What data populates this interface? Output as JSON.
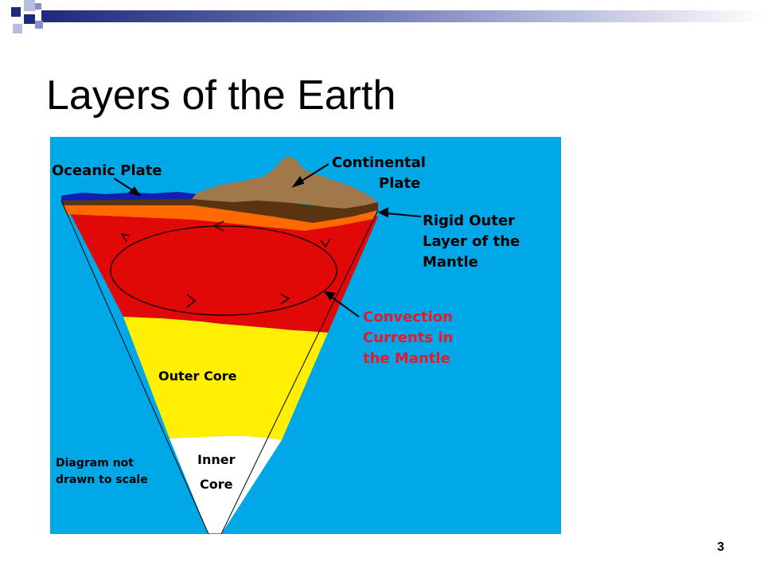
{
  "slide": {
    "title": "Layers of the Earth",
    "number": "3"
  },
  "diagram": {
    "labels": {
      "oceanic_plate": "Oceanic Plate",
      "continental_plate_line1": "Continental",
      "continental_plate_line2": "Plate",
      "rigid_outer_line1": "Rigid Outer",
      "rigid_outer_line2": "Layer of the",
      "rigid_outer_line3": "Mantle",
      "convection_line1": "Convection",
      "convection_line2": "Currents in",
      "convection_line3": "the Mantle",
      "outer_core": "Outer Core",
      "inner_core_line1": "Inner",
      "inner_core_line2": "Core",
      "note_line1": "Diagram not",
      "note_line2": "drawn to scale"
    }
  },
  "colors": {
    "background": "#00a8e8",
    "mantle": "#e10808",
    "outer_core": "#ffef00",
    "inner_core": "#ffffff",
    "rigid_outer_layer": "#ff6a00",
    "continental_plate": "#a0784a",
    "crust_dark": "#5a3410",
    "oceanic_plate": "#1020b0",
    "convection_text": "#e8182c"
  }
}
